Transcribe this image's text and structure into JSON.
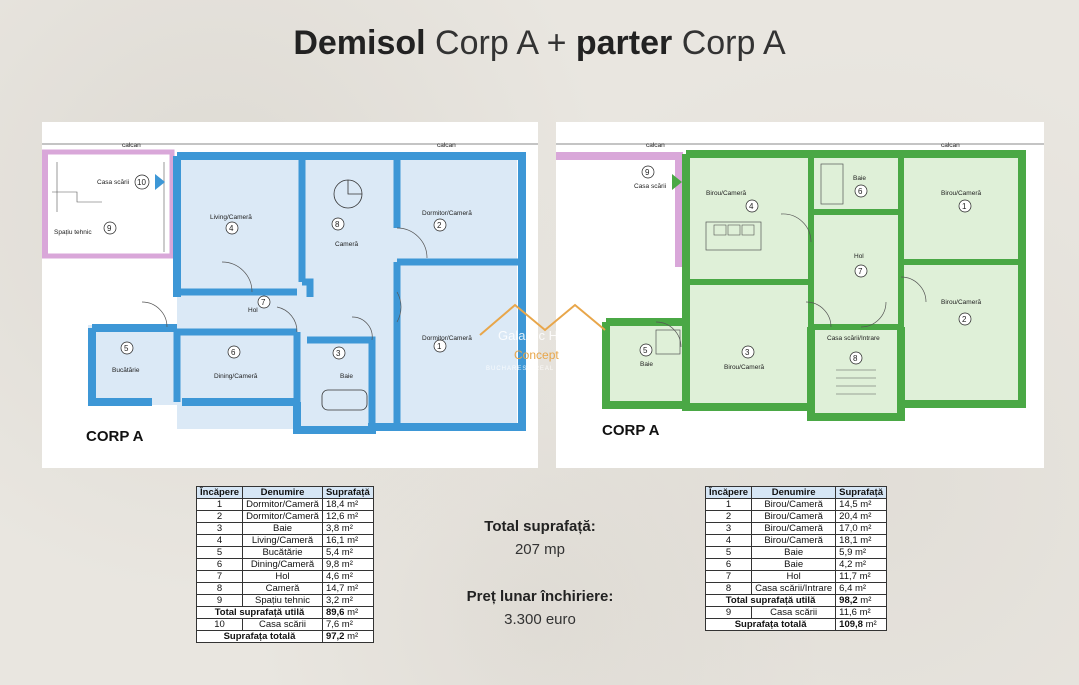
{
  "title": {
    "bold1": "Demisol",
    "light1": " Corp A + ",
    "bold2": "parter",
    "light2": " Corp A"
  },
  "left_plan": {
    "corp_label": "CORP A",
    "calcan1": "calcan",
    "calcan2": "calcan",
    "accent_color": "#3d97d6",
    "rooms": [
      {
        "name": "Living/Cameră",
        "num": "4"
      },
      {
        "name": "Cameră",
        "num": "8"
      },
      {
        "name": "Dormitor/Cameră",
        "num": "2"
      },
      {
        "name": "Dormitor/Cameră",
        "num": "1"
      },
      {
        "name": "Hol",
        "num": "7"
      },
      {
        "name": "Bucătărie",
        "num": "5"
      },
      {
        "name": "Dining/Cameră",
        "num": "6"
      },
      {
        "name": "Baie",
        "num": "3"
      },
      {
        "name": "Casa scării",
        "num": "10"
      },
      {
        "name": "Spațiu tehnic",
        "num": "9"
      }
    ]
  },
  "right_plan": {
    "corp_label": "CORP A",
    "calcan1": "calcan",
    "calcan2": "calcan",
    "accent_color": "#4aa845",
    "rooms": [
      {
        "name": "Birou/Cameră",
        "num": "4"
      },
      {
        "name": "Baie",
        "num": "6"
      },
      {
        "name": "Birou/Cameră",
        "num": "1"
      },
      {
        "name": "Hol",
        "num": "7"
      },
      {
        "name": "Birou/Cameră",
        "num": "2"
      },
      {
        "name": "Baie",
        "num": "5"
      },
      {
        "name": "Birou/Cameră",
        "num": "3"
      },
      {
        "name": "Casa scării/Intrare",
        "num": "8"
      },
      {
        "name": "Casa scării",
        "num": "9"
      }
    ]
  },
  "watermark": {
    "line1": "Galactic Home",
    "line2": "Concept",
    "line3": "BUCHAREST REAL ESTATE"
  },
  "table_left": {
    "headers": [
      "Încăpere",
      "Denumire",
      "Suprafață"
    ],
    "rows": [
      [
        "1",
        "Dormitor/Cameră",
        "18,4 m²"
      ],
      [
        "2",
        "Dormitor/Cameră",
        "12,6 m²"
      ],
      [
        "3",
        "Baie",
        "3,8 m²"
      ],
      [
        "4",
        "Living/Cameră",
        "16,1 m²"
      ],
      [
        "5",
        "Bucătărie",
        "5,4 m²"
      ],
      [
        "6",
        "Dining/Cameră",
        "9,8 m²"
      ],
      [
        "7",
        "Hol",
        "4,6 m²"
      ],
      [
        "8",
        "Cameră",
        "14,7 m²"
      ],
      [
        "9",
        "Spațiu tehnic",
        "3,2 m²"
      ]
    ],
    "total_util_label": "Total suprafață utilă",
    "total_util_value": "89,6",
    "total_util_unit": " m²",
    "extra_row": [
      "10",
      "Casa scării",
      "7,6 m²"
    ],
    "total_label": "Suprafața totală",
    "total_value": "97,2",
    "total_unit": " m²"
  },
  "table_right": {
    "headers": [
      "Încăpere",
      "Denumire",
      "Suprafață"
    ],
    "rows": [
      [
        "1",
        "Birou/Cameră",
        "14,5 m²"
      ],
      [
        "2",
        "Birou/Cameră",
        "20,4 m²"
      ],
      [
        "3",
        "Birou/Cameră",
        "17,0 m²"
      ],
      [
        "4",
        "Birou/Cameră",
        "18,1 m²"
      ],
      [
        "5",
        "Baie",
        "5,9 m²"
      ],
      [
        "6",
        "Baie",
        "4,2 m²"
      ],
      [
        "7",
        "Hol",
        "11,7 m²"
      ],
      [
        "8",
        "Casa scării/Intrare",
        "6,4 m²"
      ]
    ],
    "total_util_label": "Total suprafață utilă",
    "total_util_value": "98,2",
    "total_util_unit": " m²",
    "extra_row": [
      "9",
      "Casa scării",
      "11,6 m²"
    ],
    "total_label": "Suprafața totală",
    "total_value": "109,8",
    "total_unit": " m²"
  },
  "summary": {
    "total_label": "Total suprafață:",
    "total_value": "207 mp",
    "price_label": "Preț lunar închiriere:",
    "price_value": "3.300 euro"
  }
}
